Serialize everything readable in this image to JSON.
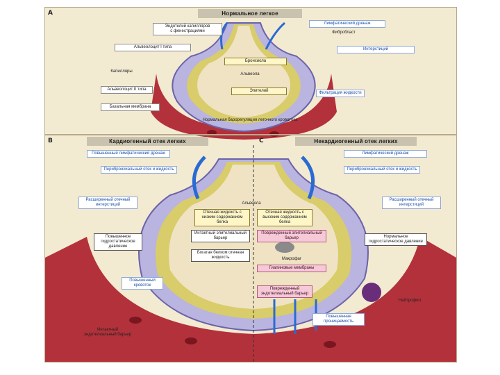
{
  "panel_a": {
    "letter": "A",
    "title": "Нормальное легкое",
    "labels": {
      "lymph": "Лимфатический дренаж",
      "endothelium": "Эндотелий капилляров\nс фенестрациями",
      "interstitium": "Интерстиций",
      "alveolus": "Альвеола",
      "bronchus": "Бронхиола",
      "basement": "Базальная мембрана",
      "fibroblast": "Фибробласт",
      "type1": "Альвеолоцит I типа",
      "type2": "Альвеолоцит II типа",
      "epithelium": "Эпителий",
      "filtration": "Фильтрация жидкости",
      "capillary": "Капилляры",
      "caption": "Нормальная барорегуляция легочного кровотока"
    }
  },
  "panel_b": {
    "letter": "B",
    "title": "Кардиогенный отек легких",
    "labels": {
      "lymph": "Повышенный лимфатический дренаж",
      "peri": "Перибронхиальный отек и жидкость",
      "interstitium": "Расширенный отечный интерстиций",
      "hydrostatic": "Повышенное гидростатическое давление",
      "intact_barrier": "Интактный эпителиальный барьер",
      "fluid": "Богатая белком отечная жидкость",
      "increased_flow": "Повышенный кровоток",
      "capillary": "Интактный эндотелиальный барьер"
    }
  },
  "panel_c": {
    "letter": "C",
    "title": "Некардиогенный отек легких",
    "labels": {
      "lymph": "Лимфатический дренаж",
      "peri": "Перибронхиальный отек и жидкость",
      "interstitium": "Расширенный отечный интерстиций",
      "normal_pressure": "Нормальное гидростатическое давление",
      "damaged": "Поврежденный эпителиальный барьер",
      "hyaline": "Гиалиновые мембраны",
      "neutrophil": "Нейтрофил",
      "macrophage": "Макрофаг",
      "inflammation": "Повышенная проницаемость",
      "damaged_endo": "Поврежденный эндотелиальный барьер"
    }
  },
  "shared": {
    "alveolus": "Альвеола",
    "low_protein": "Отечная жидкость с низким содержанием белка",
    "high_protein": "Отечная жидкость с высоким содержанием белка"
  },
  "colors": {
    "airspace": "#efe3c4",
    "epithelium": "#d9cc6a",
    "interstitium": "#b9b4e0",
    "vessel": "#b3313a",
    "rbc": "#7a1620",
    "arrow": "#2a6bd1"
  }
}
